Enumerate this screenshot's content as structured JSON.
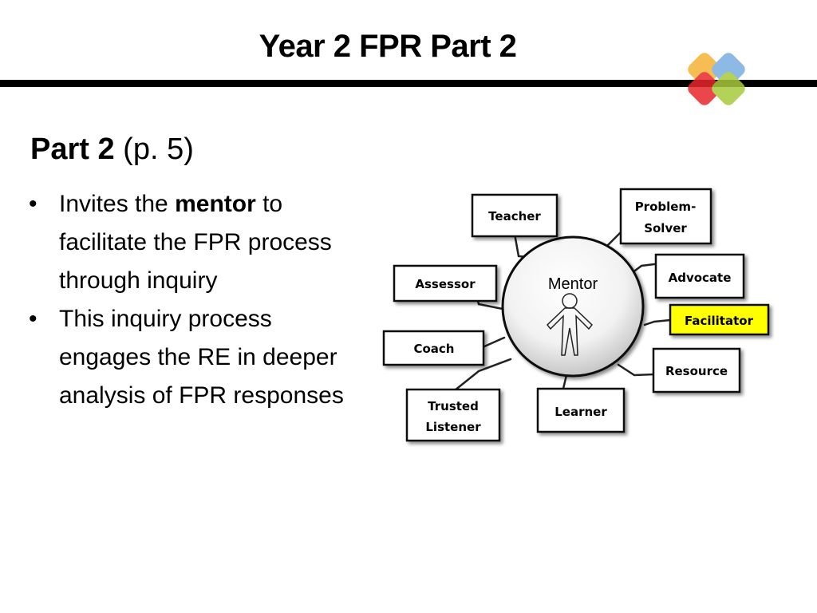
{
  "title": "Year 2 FPR Part 2",
  "heading": {
    "bold": "Part 2",
    "rest": " (p. 5)"
  },
  "bullets": [
    {
      "before": "Invites the ",
      "bold": "mentor",
      "after": " to facilitate the FPR process through inquiry"
    },
    {
      "before": "This inquiry process engages the RE in deeper analysis of FPR responses",
      "bold": "",
      "after": ""
    }
  ],
  "bullet_glyph": "•",
  "diagram": {
    "center_label": "Mentor",
    "nodes": [
      {
        "label": "Teacher"
      },
      {
        "label_line1": "Problem-",
        "label_line2": "Solver"
      },
      {
        "label": "Assessor"
      },
      {
        "label": "Advocate"
      },
      {
        "label": "Facilitator",
        "highlight": "#ffff00"
      },
      {
        "label": "Coach"
      },
      {
        "label": "Resource"
      },
      {
        "label_line1": "Trusted",
        "label_line2": "Listener"
      },
      {
        "label": "Learner"
      }
    ]
  },
  "logo": {
    "name": "overlapping-squares-logo",
    "colors": [
      "#f5b335",
      "#7aaee0",
      "#e8262a",
      "#a8c93c"
    ]
  }
}
